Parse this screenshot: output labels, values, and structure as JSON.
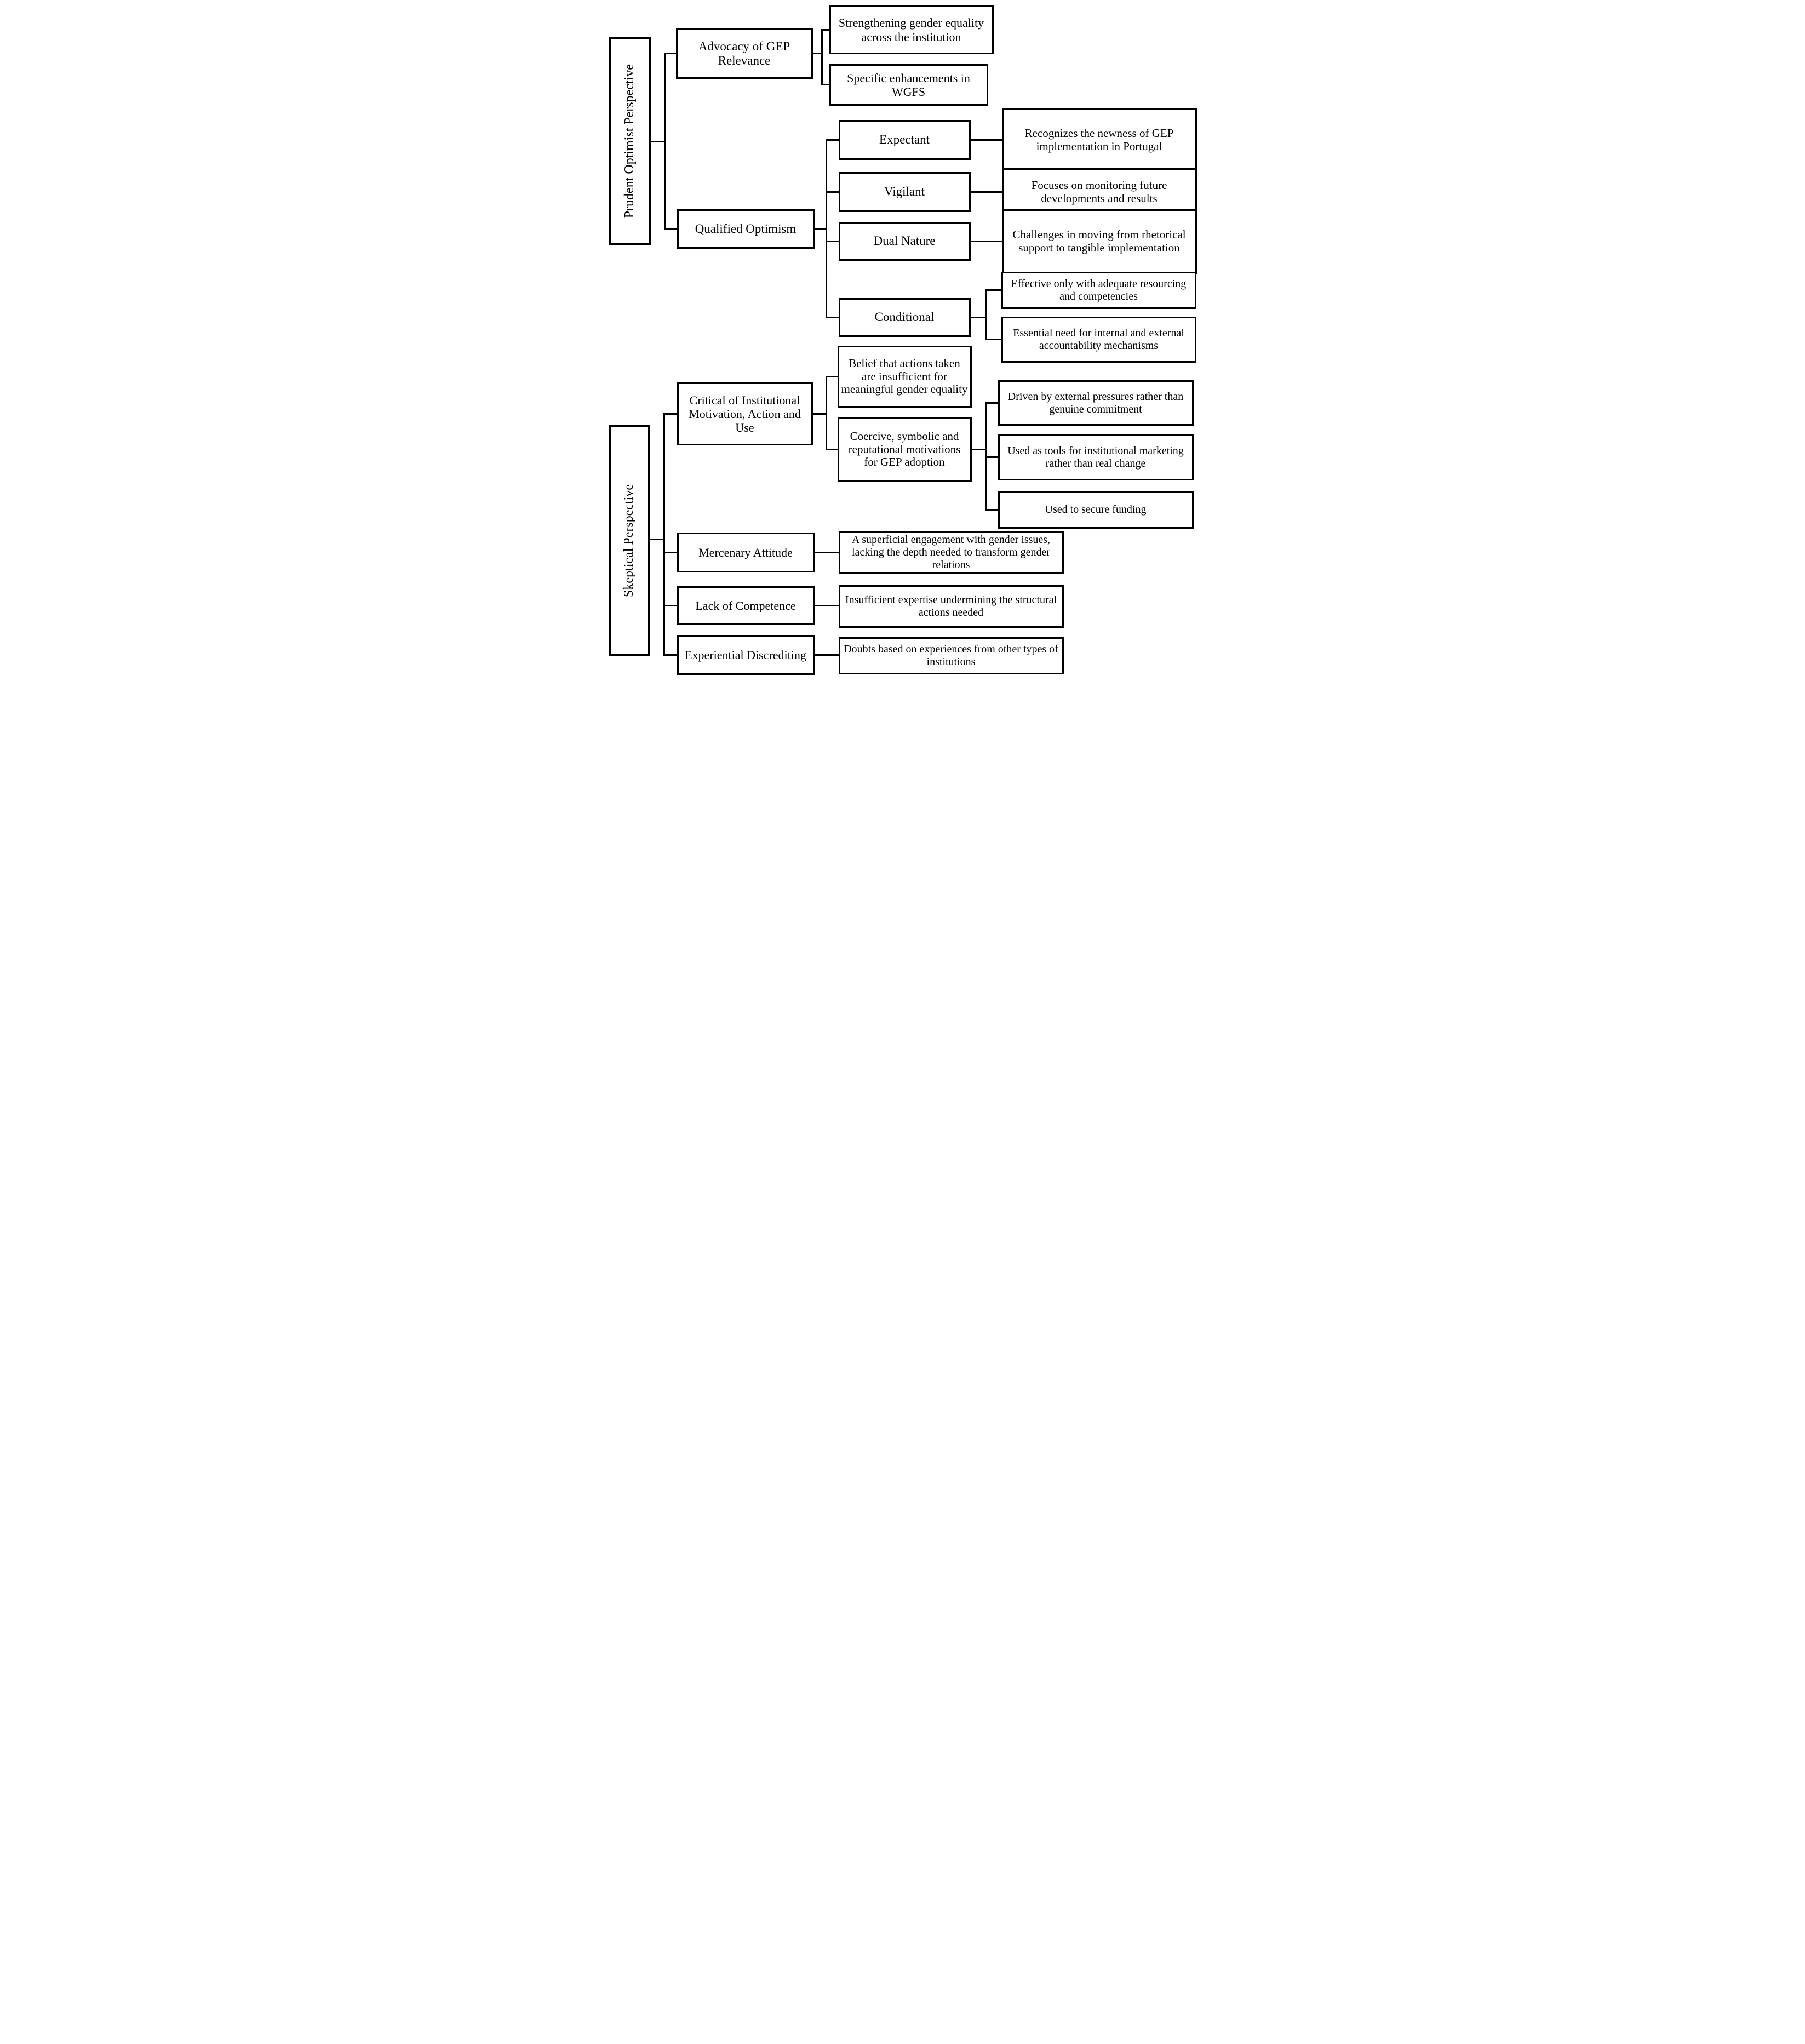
{
  "title": "Perspectives on GEP taxonomy diagram",
  "colors": {
    "line": "#000000",
    "box_background": "#ffffff",
    "text": "#000000"
  },
  "prudent": {
    "label": "Prudent Optimist Perspective",
    "advocacy": {
      "label": "Advocacy of GEP Relevance",
      "children": [
        {
          "label": "Strengthening gender equality across the institution"
        },
        {
          "label": "Specific enhancements in WGFS"
        }
      ]
    },
    "qualified": {
      "label": "Qualified Optimism",
      "expectant": {
        "label": "Expectant",
        "desc": "Recognizes the newness of GEP implementation in Portugal"
      },
      "vigilant": {
        "label": "Vigilant",
        "desc": "Focuses on monitoring future developments and results"
      },
      "dual": {
        "label": "Dual Nature",
        "desc": "Challenges in moving from rhetorical support to tangible implementation"
      },
      "conditional": {
        "label": "Conditional",
        "children": [
          {
            "label": "Effective only with adequate resourcing and competencies"
          },
          {
            "label": "Essential need for internal and external accountability mechanisms"
          }
        ]
      }
    }
  },
  "skeptical": {
    "label": "Skeptical Perspective",
    "critical": {
      "label": "Critical of Institutional Motivation, Action and Use",
      "children": [
        {
          "label": "Belief that actions taken are insufficient for meaningful gender equality"
        },
        {
          "label": "Coercive, symbolic and reputational motivations for GEP adoption",
          "children": [
            {
              "label": "Driven by external pressures rather than genuine commitment"
            },
            {
              "label": "Used as tools for institutional marketing rather than real change"
            },
            {
              "label": "Used to secure funding"
            }
          ]
        }
      ]
    },
    "mercenary": {
      "label": "Mercenary Attitude",
      "desc": "A superficial engagement with gender issues, lacking the depth needed to transform gender relations"
    },
    "lack": {
      "label": "Lack of Competence",
      "desc": "Insufficient expertise undermining the structural actions needed"
    },
    "experiential": {
      "label": "Experiential Discrediting",
      "desc": "Doubts based on experiences from other types of institutions"
    }
  }
}
